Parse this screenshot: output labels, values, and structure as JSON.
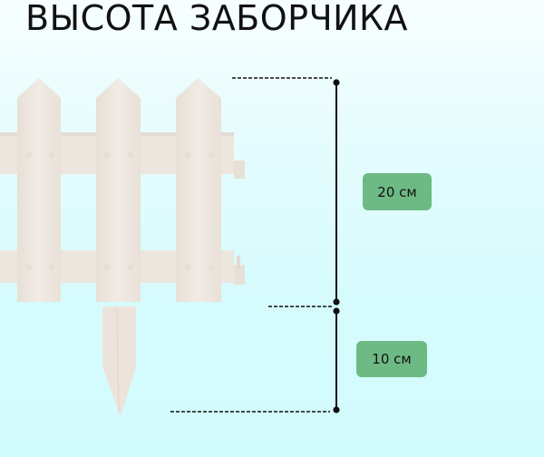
{
  "title": "ВЫСОТА ЗАБОРЧИКА",
  "measurements": {
    "upper": {
      "label": "20 см",
      "value": 20,
      "unit": "см"
    },
    "lower": {
      "label": "10 см",
      "value": 10,
      "unit": "см"
    }
  },
  "colors": {
    "badge_bg": "#6dba84",
    "fence": "#efe7df",
    "line": "#111111",
    "background_top": "#f7feff",
    "background_bottom": "#d2fbfd"
  },
  "icons": {
    "fence": "picket-fence-illustration",
    "dimension": "dimension-line"
  }
}
